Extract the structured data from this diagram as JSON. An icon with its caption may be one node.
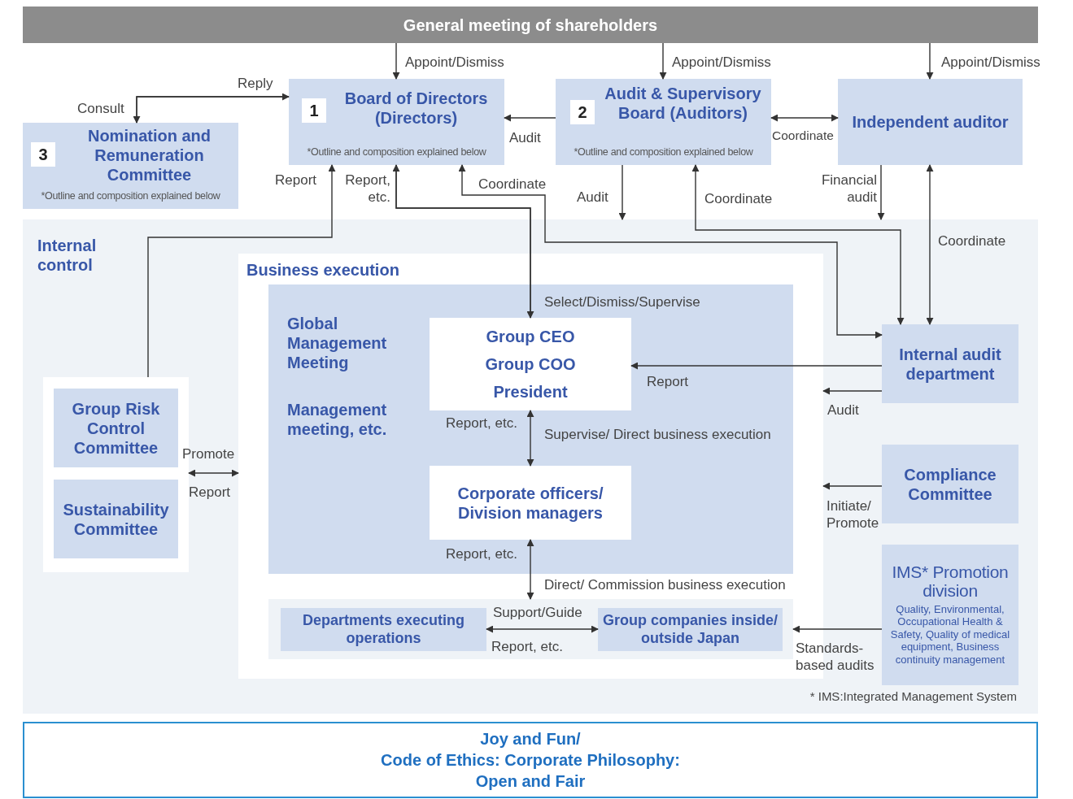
{
  "diagram": {
    "nodes": [
      {
        "text": [
          "General meeting of shareholders"
        ]
      },
      {
        "text": [
          "1",
          "Board of Directors (Directors)",
          "*Outline and composition explained below"
        ]
      },
      {
        "text": [
          "2",
          "Audit & Supervisory Board (Auditors)",
          "*Outline and composition explained below"
        ]
      },
      {
        "text": [
          "Independent auditor"
        ]
      },
      {
        "text": [
          "3",
          "Nomination and Remuneration Committee",
          "*Outline and composition explained below"
        ]
      },
      {
        "text": [
          "Internal control"
        ]
      },
      {
        "text": [
          "Business execution"
        ],
        "in": 5
      },
      {
        "text": [
          "Global Management Meeting",
          "Management meeting, etc."
        ],
        "in": 6
      },
      {
        "text": [
          "Group CEO",
          "Group COO",
          "President"
        ],
        "in": 7
      },
      {
        "text": [
          "Corporate officers/ Division managers"
        ],
        "in": 7
      },
      {
        "text": [],
        "shape": "box",
        "in": 6
      },
      {
        "text": [
          "Departments executing operations"
        ],
        "in": 10
      },
      {
        "text": [
          "Group companies inside/ outside Japan"
        ],
        "in": 10
      },
      {
        "text": [],
        "shape": "box",
        "in": 5
      },
      {
        "text": [
          "Group Risk Control Committee"
        ],
        "in": 13
      },
      {
        "text": [
          "Sustainability Committee"
        ],
        "in": 13
      },
      {
        "text": [
          "Internal audit department"
        ],
        "in": 5
      },
      {
        "text": [
          "Compliance Committee"
        ],
        "in": 5
      },
      {
        "text": [
          "IMS* Promotion division",
          "Quality, Environmental, Occupational Health & Safety, Quality of medical equipment, Business continuity management"
        ],
        "in": 5
      },
      {
        "text": [
          "Joy and Fun/",
          "Code of Ethics: Corporate Philosophy:",
          "Open and Fair"
        ]
      }
    ],
    "edges": [
      {
        "from": 0,
        "to": 1,
        "arrow": "to",
        "label": "Appoint/Dismiss"
      },
      {
        "from": 0,
        "to": 2,
        "arrow": "to",
        "label": "Appoint/Dismiss"
      },
      {
        "from": 0,
        "to": 3,
        "arrow": "to",
        "label": "Appoint/Dismiss"
      },
      {
        "from": 1,
        "to": 4,
        "arrow": "to",
        "label": "Consult"
      },
      {
        "from": 4,
        "to": 1,
        "arrow": "to",
        "label": "Reply"
      },
      {
        "from": 2,
        "to": 1,
        "arrow": "to",
        "label": "Audit"
      },
      {
        "from": 2,
        "to": 3,
        "arrow": "both",
        "label": "Coordinate"
      },
      {
        "from": 2,
        "to": 5,
        "arrow": "to",
        "label": "Audit"
      },
      {
        "from": 3,
        "to": 5,
        "arrow": "to",
        "label": "Financial audit"
      },
      {
        "from": 3,
        "to": 16,
        "arrow": "both",
        "label": "Coordinate"
      },
      {
        "from": 13,
        "to": 1,
        "arrow": "to",
        "label": "Report"
      },
      {
        "from": 1,
        "to": 8,
        "arrow": "to",
        "label": "Select/Dismiss/Supervise"
      },
      {
        "from": 8,
        "to": 1,
        "arrow": "to",
        "label": "Report, etc."
      },
      {
        "from": 1,
        "to": 16,
        "arrow": "both",
        "label": "Coordinate"
      },
      {
        "from": 2,
        "to": 16,
        "arrow": "both",
        "label": "Coordinate"
      },
      {
        "from": 16,
        "to": 8,
        "arrow": "to",
        "label": "Report"
      },
      {
        "from": 16,
        "to": 6,
        "arrow": "to",
        "label": "Audit"
      },
      {
        "from": 8,
        "to": 9,
        "arrow": "both",
        "label": "Supervise/ Direct business execution"
      },
      {
        "from": 9,
        "to": 10,
        "arrow": "both",
        "label": "Direct/ Commission business execution"
      },
      {
        "from": 11,
        "to": 12,
        "arrow": "both",
        "label": "Support/Guide"
      },
      {
        "from": 13,
        "to": 6,
        "arrow": "both",
        "label": "Promote"
      },
      {
        "from": 17,
        "to": 6,
        "arrow": "to",
        "label": "Initiate/ Promote"
      },
      {
        "from": 18,
        "to": 10,
        "arrow": "to",
        "label": "Standards- based audits"
      }
    ],
    "labels": [
      "Report, etc.",
      "Report",
      "Report, etc.",
      "Report, etc.",
      "* IMS:Integrated Management System"
    ]
  }
}
